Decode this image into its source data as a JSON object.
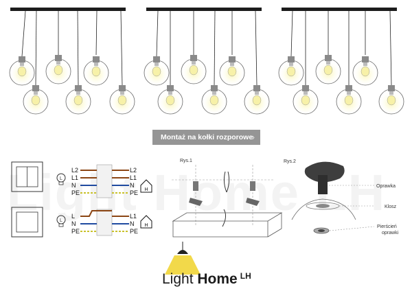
{
  "banner": {
    "label": "Montaż na kołki rozporowe",
    "chevron_icon": "chevron-right-icon"
  },
  "watermark": {
    "text": "Light Home LH"
  },
  "wiring": {
    "diagram1": {
      "left": [
        "L2",
        "L1",
        "N",
        "PE"
      ],
      "right": [
        "L2",
        "L1",
        "N",
        "PE"
      ],
      "lamp": "L"
    },
    "diagram2": {
      "left": [
        "L",
        "N",
        "PE"
      ],
      "right": [
        "L1",
        "N",
        "PE"
      ],
      "lamp": "L"
    }
  },
  "figure1": {
    "label": "Rys.1"
  },
  "figure2": {
    "label": "Rys.2",
    "parts": [
      "Oprawka",
      "Klosz",
      "Pierścień",
      "oprawki"
    ]
  },
  "logo": {
    "word1": "Light",
    "word2": "Home",
    "suffix": "LH"
  },
  "colors": {
    "brown": "#8b4513",
    "blue": "#1f4aa0",
    "yellow_green": "#c9c12b",
    "bulb": "#f5f0a0",
    "logo_yellow": "#f0d22a",
    "banner": "#959595"
  }
}
